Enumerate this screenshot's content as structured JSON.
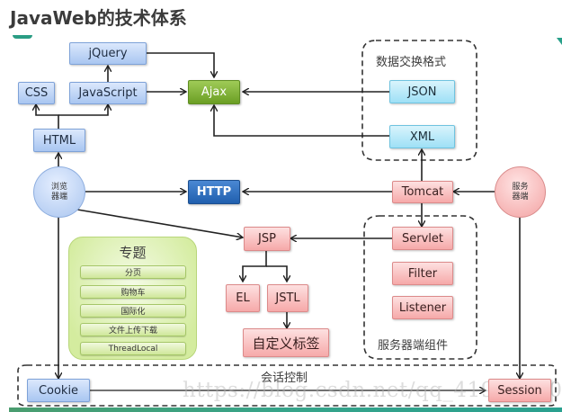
{
  "title": "JavaWeb的技术体系",
  "nodes": {
    "jquery": "jQuery",
    "css": "CSS",
    "javascript": "JavaScript",
    "ajax": "Ajax",
    "html": "HTML",
    "browser": "浏览\n器端",
    "http": "HTTP",
    "json": "JSON",
    "xml": "XML",
    "tomcat": "Tomcat",
    "server": "服务\n器端",
    "servlet": "Servlet",
    "filter": "Filter",
    "listener": "Listener",
    "jsp": "JSP",
    "el": "EL",
    "jstl": "JSTL",
    "custom_tags": "自定义标签",
    "cookie": "Cookie",
    "session": "Session"
  },
  "groups": {
    "data_exchange_format": "数据交换格式",
    "server_components": "服务器端组件",
    "session_control": "会话控制"
  },
  "topics": {
    "title": "专题",
    "items": [
      "分页",
      "购物车",
      "国际化",
      "文件上传下载",
      "ThreadLocal"
    ]
  },
  "watermark": "https://blog.csdn.net/qq_41911570",
  "colors": {
    "client_blue": "#a9c6f1",
    "ajax_green": "#6b9e24",
    "http_navy": "#205fae",
    "format_cyan": "#9ee0f6",
    "server_pink": "#f6a9a9",
    "topic_green": "#d4ec9f",
    "accent_teal": "#2a9d84"
  }
}
